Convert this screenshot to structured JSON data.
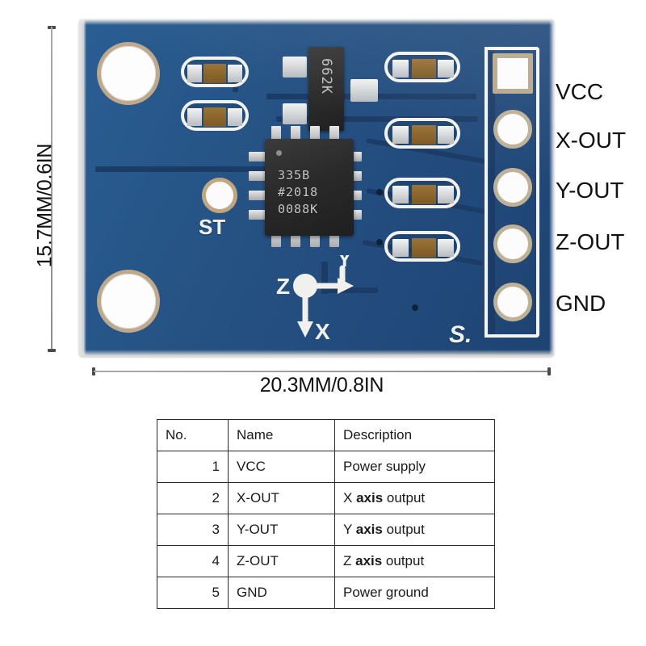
{
  "dimensions": {
    "height_label": "15.7MM/0.6IN",
    "width_label": "20.3MM/0.8IN"
  },
  "board": {
    "color": "#255283",
    "silkscreen_color": "#f2f3ef",
    "pad_gold": "#bfa98a",
    "main_ic": {
      "line1": "335B",
      "line2": "#2018",
      "line3": "0088K"
    },
    "regulator": {
      "marking": "662K"
    },
    "selftest_pad_label": "ST",
    "corner_mark": "S.",
    "axis_indicator": {
      "z": "Z",
      "y": "Y",
      "x": "X"
    }
  },
  "pin_labels": [
    {
      "name": "VCC"
    },
    {
      "name": "X-OUT"
    },
    {
      "name": "Y-OUT"
    },
    {
      "name": "Z-OUT"
    },
    {
      "name": "GND"
    }
  ],
  "table": {
    "headers": [
      "No.",
      "Name",
      "Description"
    ],
    "rows": [
      {
        "no": "1",
        "name": "VCC",
        "desc_pre": "Power supply",
        "desc_bold": "",
        "desc_post": ""
      },
      {
        "no": "2",
        "name": "X-OUT",
        "desc_pre": "X ",
        "desc_bold": "axis",
        "desc_post": " output"
      },
      {
        "no": "3",
        "name": "Y-OUT",
        "desc_pre": "Y ",
        "desc_bold": "axis",
        "desc_post": " output"
      },
      {
        "no": "4",
        "name": "Z-OUT",
        "desc_pre": "Z ",
        "desc_bold": "axis",
        "desc_post": " output"
      },
      {
        "no": "5",
        "name": "GND",
        "desc_pre": "Power ground",
        "desc_bold": "",
        "desc_post": ""
      }
    ]
  }
}
